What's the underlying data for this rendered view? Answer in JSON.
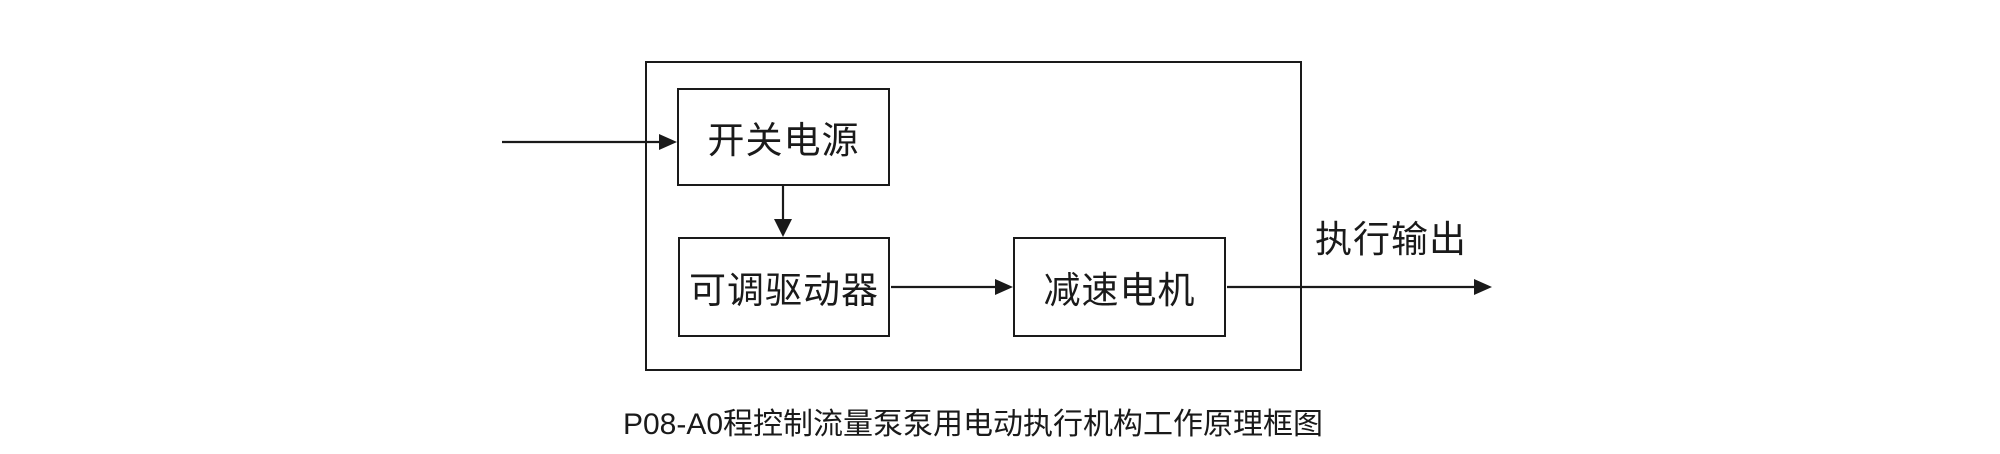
{
  "diagram": {
    "caption": "P08-A0程控制流量泵泵用电动执行机构工作原理框图",
    "output_label": "执行输出",
    "blocks": [
      {
        "id": "switching-power-supply",
        "label": "开关电源"
      },
      {
        "id": "adjustable-driver",
        "label": "可调驱动器"
      },
      {
        "id": "gear-motor",
        "label": "减速电机"
      }
    ],
    "colors": {
      "line": "#1a1a1a",
      "background": "#ffffff"
    }
  }
}
